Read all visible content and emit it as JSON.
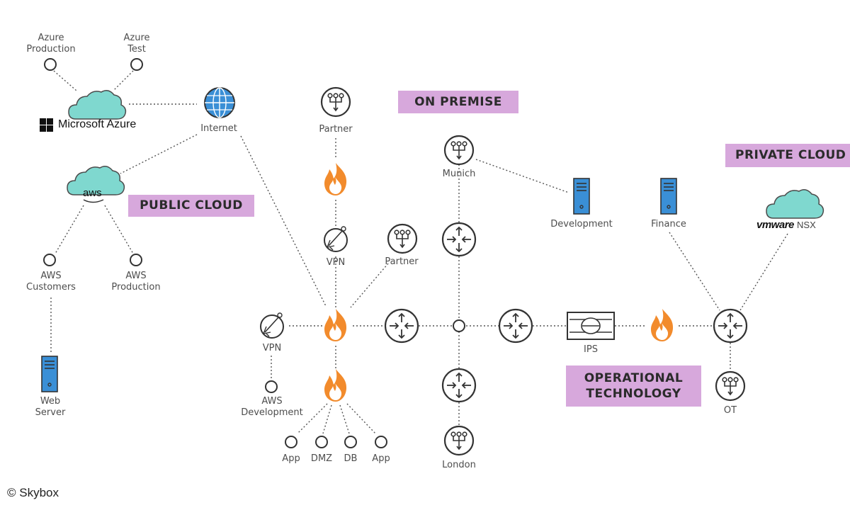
{
  "zones": {
    "public_cloud": "PUBLIC CLOUD",
    "on_premise": "ON PREMISE",
    "private_cloud": "PRIVATE CLOUD",
    "operational_technology": "OPERATIONAL TECHNOLOGY"
  },
  "brands": {
    "azure": "Microsoft Azure",
    "vmware": "vmware",
    "nsx": "NSX",
    "aws": "aws"
  },
  "nodes": {
    "azure_production": "Azure Production",
    "azure_test": "Azure Test",
    "internet": "Internet",
    "aws_customers": "AWS Customers",
    "aws_production": "AWS Production",
    "web_server": "Web Server",
    "partner_top": "Partner",
    "vpn_top": "VPN",
    "partner_mid": "Partner",
    "vpn_left": "VPN",
    "aws_development": "AWS Development",
    "app1": "App",
    "dmz": "DMZ",
    "db": "DB",
    "app2": "App",
    "munich": "Munich",
    "london": "London",
    "development": "Development",
    "finance": "Finance",
    "ips": "IPS",
    "ot": "OT"
  },
  "watermark": "© Skybox",
  "colors": {
    "cloud": "#7fd8cf",
    "globe": "#3a8fd6",
    "flame_outer": "#f28b2c",
    "flame_inner": "#ffffff",
    "server": "#3a8fd6",
    "tag_bg": "#d7a8dc",
    "line": "#555555"
  },
  "icons": {
    "cloud": "cloud-icon",
    "globe": "globe-icon",
    "firewall": "firewall-flame-icon",
    "router": "router-icon",
    "switch": "switch-icon",
    "server": "server-icon",
    "vpn": "vpn-icon",
    "ips": "ips-icon",
    "endpoint": "endpoint-circle-icon",
    "windows": "windows-logo-icon"
  }
}
